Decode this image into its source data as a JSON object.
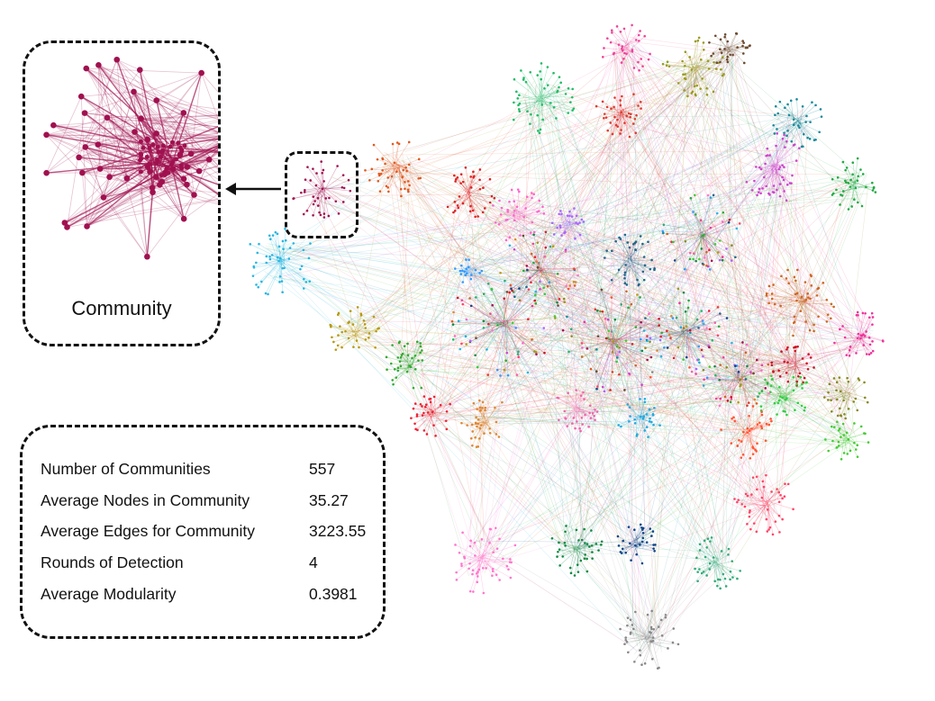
{
  "inset": {
    "label": "Community",
    "color": "#a0104f"
  },
  "stats": [
    {
      "label": "Number of Communities",
      "value": "557"
    },
    {
      "label": "Average Nodes in Community",
      "value": "35.27"
    },
    {
      "label": "Average Edges for Community",
      "value": "3223.55"
    },
    {
      "label": "Rounds of Detection",
      "value": "4"
    },
    {
      "label": "Average Modularity",
      "value": "0.3981"
    }
  ],
  "palette": [
    "#a0104f",
    "#29b6e0",
    "#b59a10",
    "#ee4499",
    "#9a9a20",
    "#6b4a30",
    "#22bb66",
    "#e03a30",
    "#1a8a99",
    "#cc44cc",
    "#22aa44",
    "#e05a20",
    "#dd2222",
    "#ff66cc",
    "#aa66ff",
    "#226688",
    "#3399ff",
    "#cc6622",
    "#ee3399",
    "#cc1122",
    "#33cc44",
    "#888822",
    "#33aa33",
    "#ee2233",
    "#dd8833",
    "#ee66aa",
    "#22aadd",
    "#ff5533",
    "#ff4466",
    "#ff77cc",
    "#118844",
    "#114488",
    "#33aa77",
    "#888888",
    "#44cc33"
  ]
}
